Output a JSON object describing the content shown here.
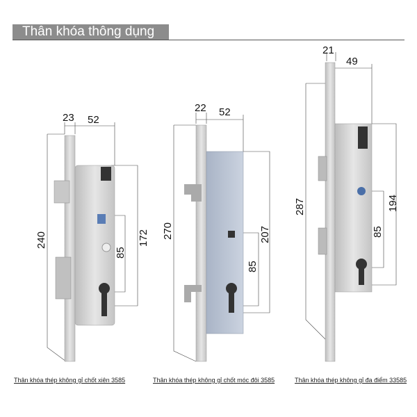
{
  "header": {
    "title": "Thân khóa thông dụng"
  },
  "locks": [
    {
      "caption": "Thân khóa thép không gỉ chốt xiên 3585",
      "dims": {
        "faceplate_width": "23",
        "body_depth": "52",
        "height": "240",
        "center_distance": "85",
        "body_height": "172"
      }
    },
    {
      "caption": "Thân khóa thép không gỉ chốt móc đôi 3585",
      "dims": {
        "faceplate_width": "22",
        "body_depth": "52",
        "height": "270",
        "center_distance": "85",
        "body_height": "207"
      }
    },
    {
      "caption": "Thân khóa thép không gỉ đa điểm 33585",
      "dims": {
        "faceplate_width": "21",
        "body_depth": "49",
        "height": "287",
        "center_distance": "85",
        "body_height": "194"
      }
    }
  ],
  "colors": {
    "header_bg": "#8c8c8c",
    "steel": "#d4d4d4",
    "blue_body": "#b9c3d3"
  }
}
